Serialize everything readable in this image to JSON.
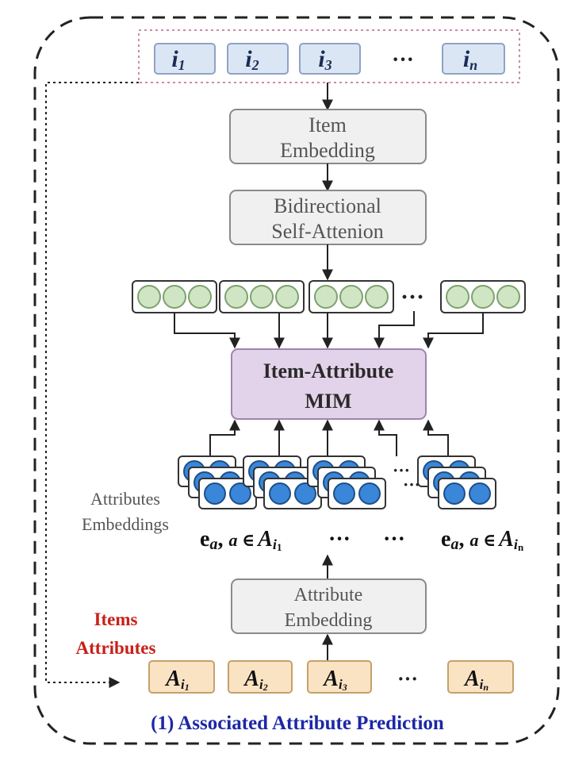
{
  "colors": {
    "item_box_fill": "#dbe6f5",
    "item_box_stroke": "#8fa3c4",
    "item_text": "#1a2a55",
    "gray_box_fill": "#f0f0f0",
    "gray_box_stroke": "#8a8a8a",
    "gray_text": "#555555",
    "mim_fill": "#e3d3ea",
    "mim_stroke": "#9c86ab",
    "attr_fill": "#fae3c3",
    "attr_stroke": "#c4a16a",
    "green_circle": "#cfe5c3",
    "green_stroke": "#7ea26e",
    "blue_circle": "#3a86d9",
    "blue_stroke": "#1f4f86",
    "caption_blue": "#1c27a6",
    "label_red": "#c8201a",
    "outline": "#222222"
  },
  "items": {
    "labels": [
      {
        "main": "i",
        "sub": "1"
      },
      {
        "main": "i",
        "sub": "2"
      },
      {
        "main": "i",
        "sub": "3"
      },
      {
        "main": "",
        "sub": ""
      },
      {
        "main": "i",
        "sub": "n"
      }
    ],
    "ellipsis": "···"
  },
  "item_embedding": {
    "line1": "Item",
    "line2": "Embedding"
  },
  "self_attention": {
    "line1": "Bidirectional",
    "line2": "Self-Attenion"
  },
  "hidden_ellipsis": "···",
  "mim": {
    "line1": "Item-Attribute",
    "line2": "MIM"
  },
  "attr_embeddings_label": {
    "line1": "Attributes",
    "line2": "Embeddings"
  },
  "attr_ellipsis": "···",
  "set_labels": {
    "left": {
      "e": "e",
      "a": "a",
      "rel": "a ∈",
      "A": "A",
      "sub": "i",
      "subsub": "1"
    },
    "dots1": "···",
    "dots2": "···",
    "right": {
      "e": "e",
      "a": "a",
      "rel": "a ∈",
      "A": "A",
      "sub": "i",
      "subsub": "n"
    }
  },
  "attribute_embedding": {
    "line1": "Attribute",
    "line2": "Embedding"
  },
  "items_attributes_label": {
    "line1": "Items",
    "line2": "Attributes"
  },
  "attrs": {
    "labels": [
      {
        "main": "A",
        "sub": "i",
        "subsub": "1"
      },
      {
        "main": "A",
        "sub": "i",
        "subsub": "2"
      },
      {
        "main": "A",
        "sub": "i",
        "subsub": "3"
      },
      {
        "main": "",
        "sub": "",
        "subsub": ""
      },
      {
        "main": "A",
        "sub": "i",
        "subsub": "n"
      }
    ],
    "ellipsis": "···"
  },
  "caption": "(1) Associated Attribute Prediction"
}
